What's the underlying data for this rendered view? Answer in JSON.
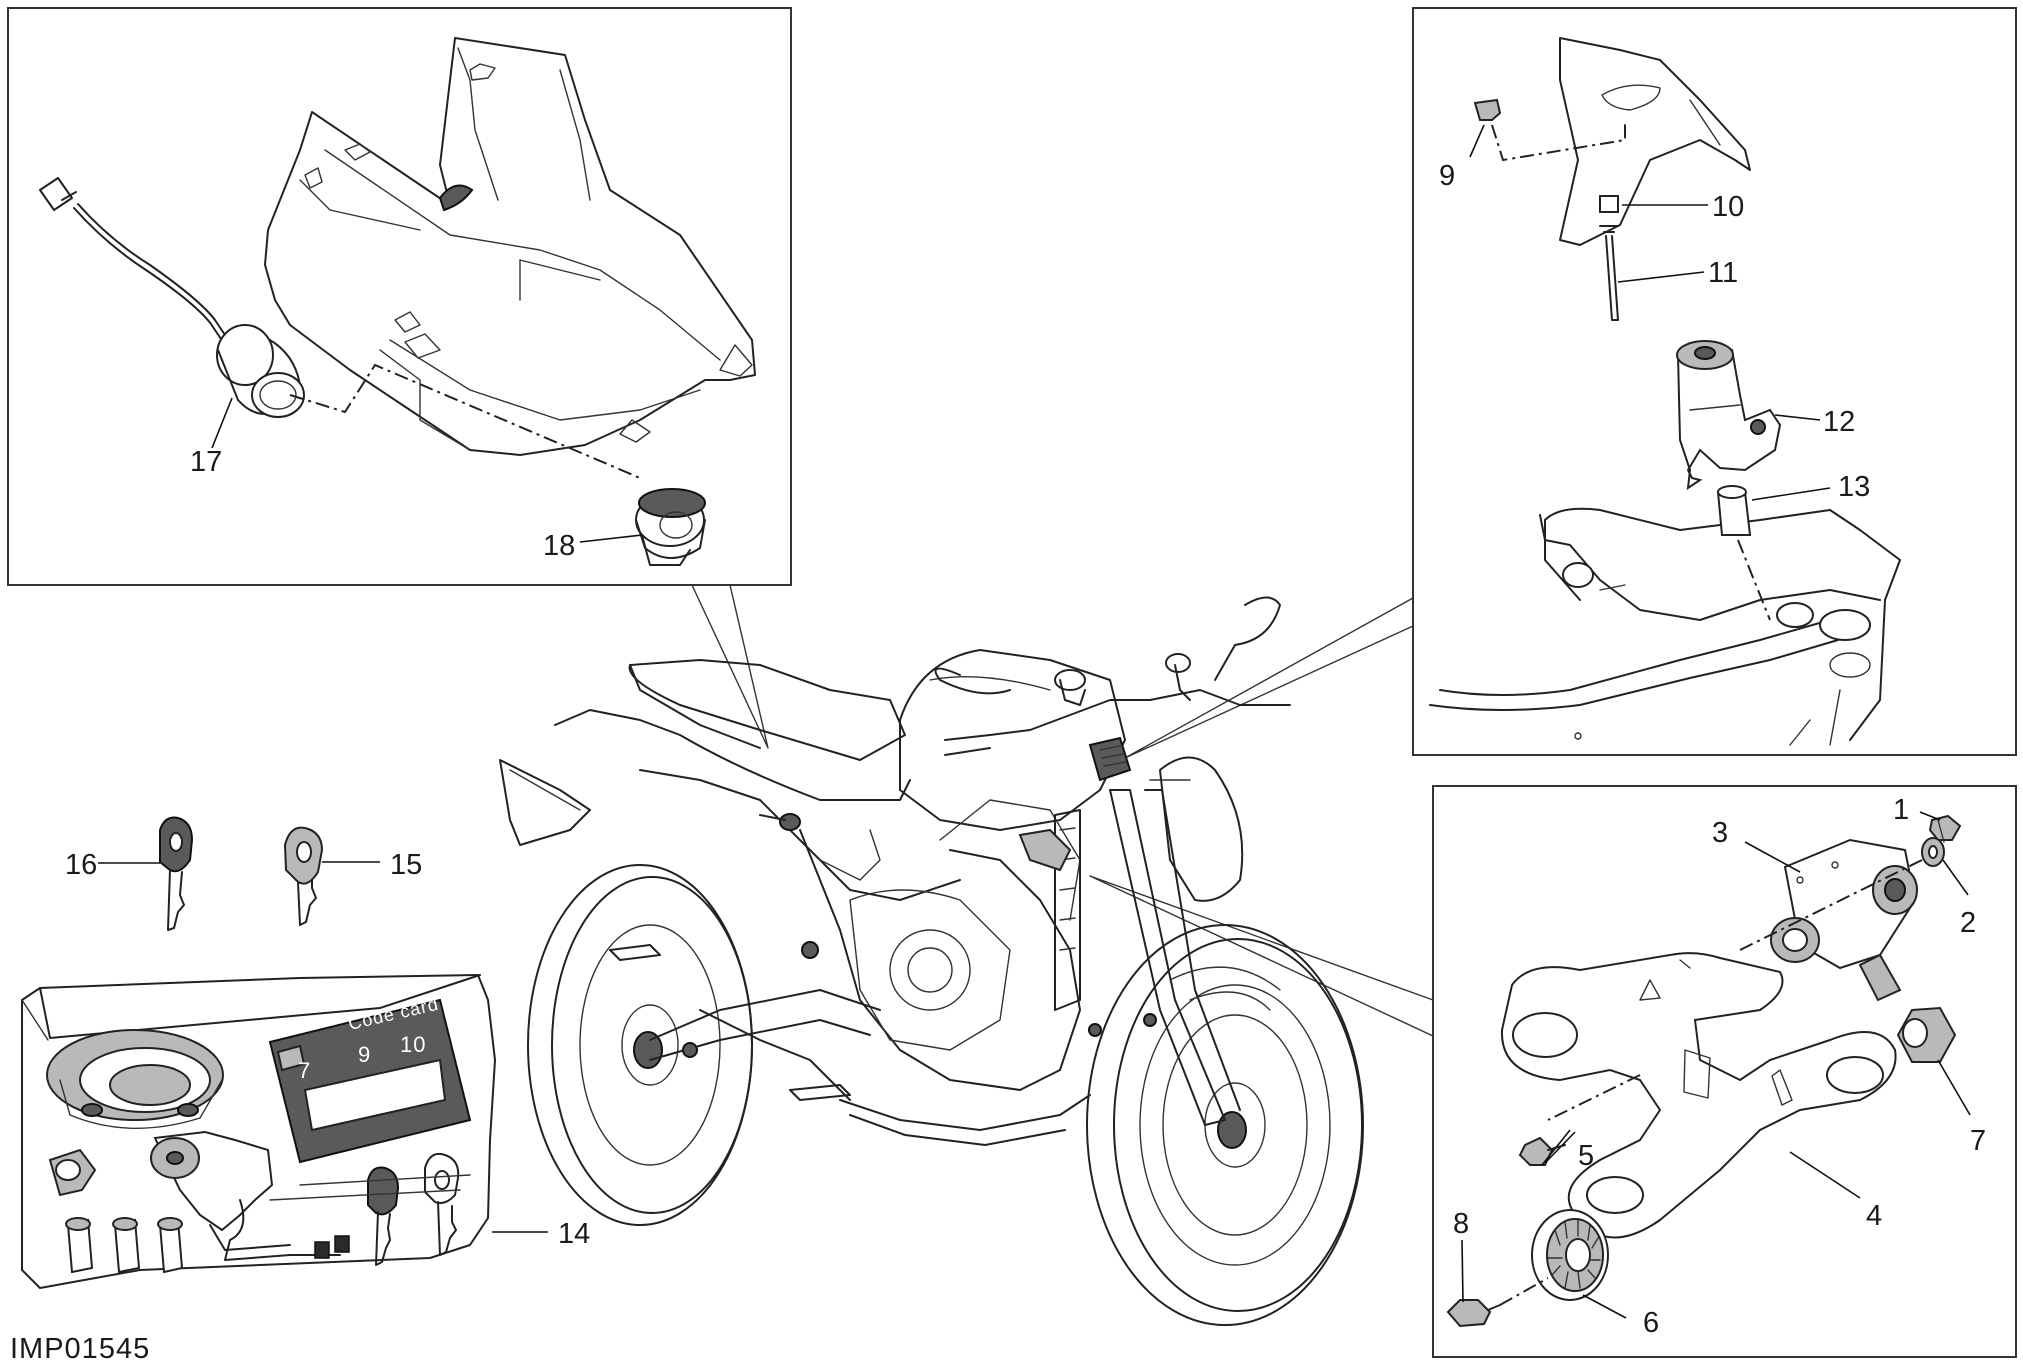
{
  "figure_ref": "IMP01545",
  "callouts": {
    "c1": "1",
    "c2": "2",
    "c3": "3",
    "c4": "4",
    "c5": "5",
    "c6": "6",
    "c7": "7",
    "c8": "8",
    "c9": "9",
    "c10": "10",
    "c11": "11",
    "c12": "12",
    "c13": "13",
    "c14": "14",
    "c15": "15",
    "c16": "16",
    "c17": "17",
    "c18": "18"
  },
  "kit_card": {
    "numbers": [
      "7",
      "9",
      "10"
    ],
    "code": "Code card"
  },
  "colors": {
    "line": "#222222",
    "grey_fill": "#b9b9b9",
    "dark_fill": "#5a5a5a"
  }
}
